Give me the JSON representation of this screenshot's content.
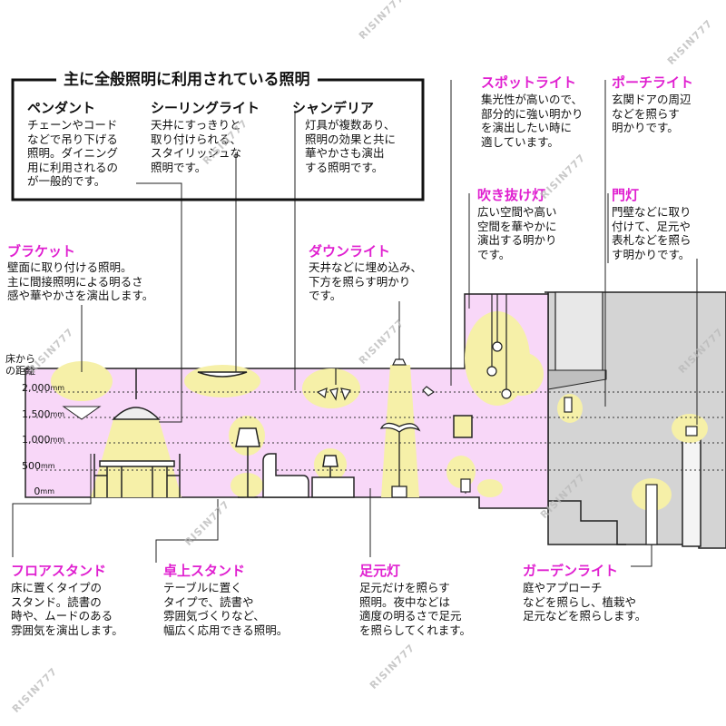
{
  "header": {
    "title": "主に全般照明に利用されている照明"
  },
  "watermark": "RISIN777",
  "colors": {
    "accent": "#e020d0",
    "room": "#f8d7f8",
    "glow": "#f6f0a8",
    "exterior": "#cfcfcf"
  },
  "scale": {
    "label_line1": "床から",
    "label_line2": "の距離",
    "unit": "mm",
    "ticks": [
      {
        "label": "2,000",
        "value": 2000
      },
      {
        "label": "1,500",
        "value": 1500
      },
      {
        "label": "1,000",
        "value": 1000
      },
      {
        "label": "500",
        "value": 500
      },
      {
        "label": "0",
        "value": 0
      }
    ]
  },
  "items": {
    "pendant": {
      "title": "ペンダント",
      "desc": "チェーンやコード\nなどで吊り下げる\n照明。ダイニング\n用に利用されるの\nが一般的です。"
    },
    "ceiling": {
      "title": "シーリングライト",
      "desc": "天井にすっきりと\n取り付けられる、\nスタイリッシュな\n照明です。"
    },
    "chandelier": {
      "title": "シャンデリア",
      "desc": "灯具が複数あり、\n照明の効果と共に\n華やかさも演出\nする照明です。"
    },
    "spotlight": {
      "title": "スポットライト",
      "desc": "集光性が高いので、\n部分的に強い明かり\nを演出したい時に\n適しています。"
    },
    "porch": {
      "title": "ポーチライト",
      "desc": "玄関ドアの周辺\nなどを照らす\n明かりです。"
    },
    "bracket": {
      "title": "ブラケット",
      "desc": "壁面に取り付ける照明。\n主に間接照明による明るさ\n感や華やかさを演出します。"
    },
    "downlight": {
      "title": "ダウンライト",
      "desc": "天井などに埋め込み、\n下方を照らす明かり\nです。"
    },
    "fukinuke": {
      "title": "吹き抜け灯",
      "desc": "広い空間や高い\n空間を華やかに\n演出する明かり\nです。"
    },
    "gate": {
      "title": "門灯",
      "desc": "門壁などに取り\n付けて、足元や\n表札などを照ら\nす明かりです。"
    },
    "floorstand": {
      "title": "フロアスタンド",
      "desc": "床に置くタイプの\nスタンド。読書の\n時や、ムードのある\n雰囲気を演出します。"
    },
    "desk": {
      "title": "卓上スタンド",
      "desc": "テーブルに置く\nタイプで、読書や\n雰囲気づくりなど、\n幅広く応用できる照明。"
    },
    "foot": {
      "title": "足元灯",
      "desc": "足元だけを照らす\n照明。夜中などは\n適度の明るさで足元\nを照らしてくれます。"
    },
    "garden": {
      "title": "ガーデンライト",
      "desc": "庭やアプローチ\nなどを照らし、植栽や\n足元などを照らします。"
    }
  }
}
